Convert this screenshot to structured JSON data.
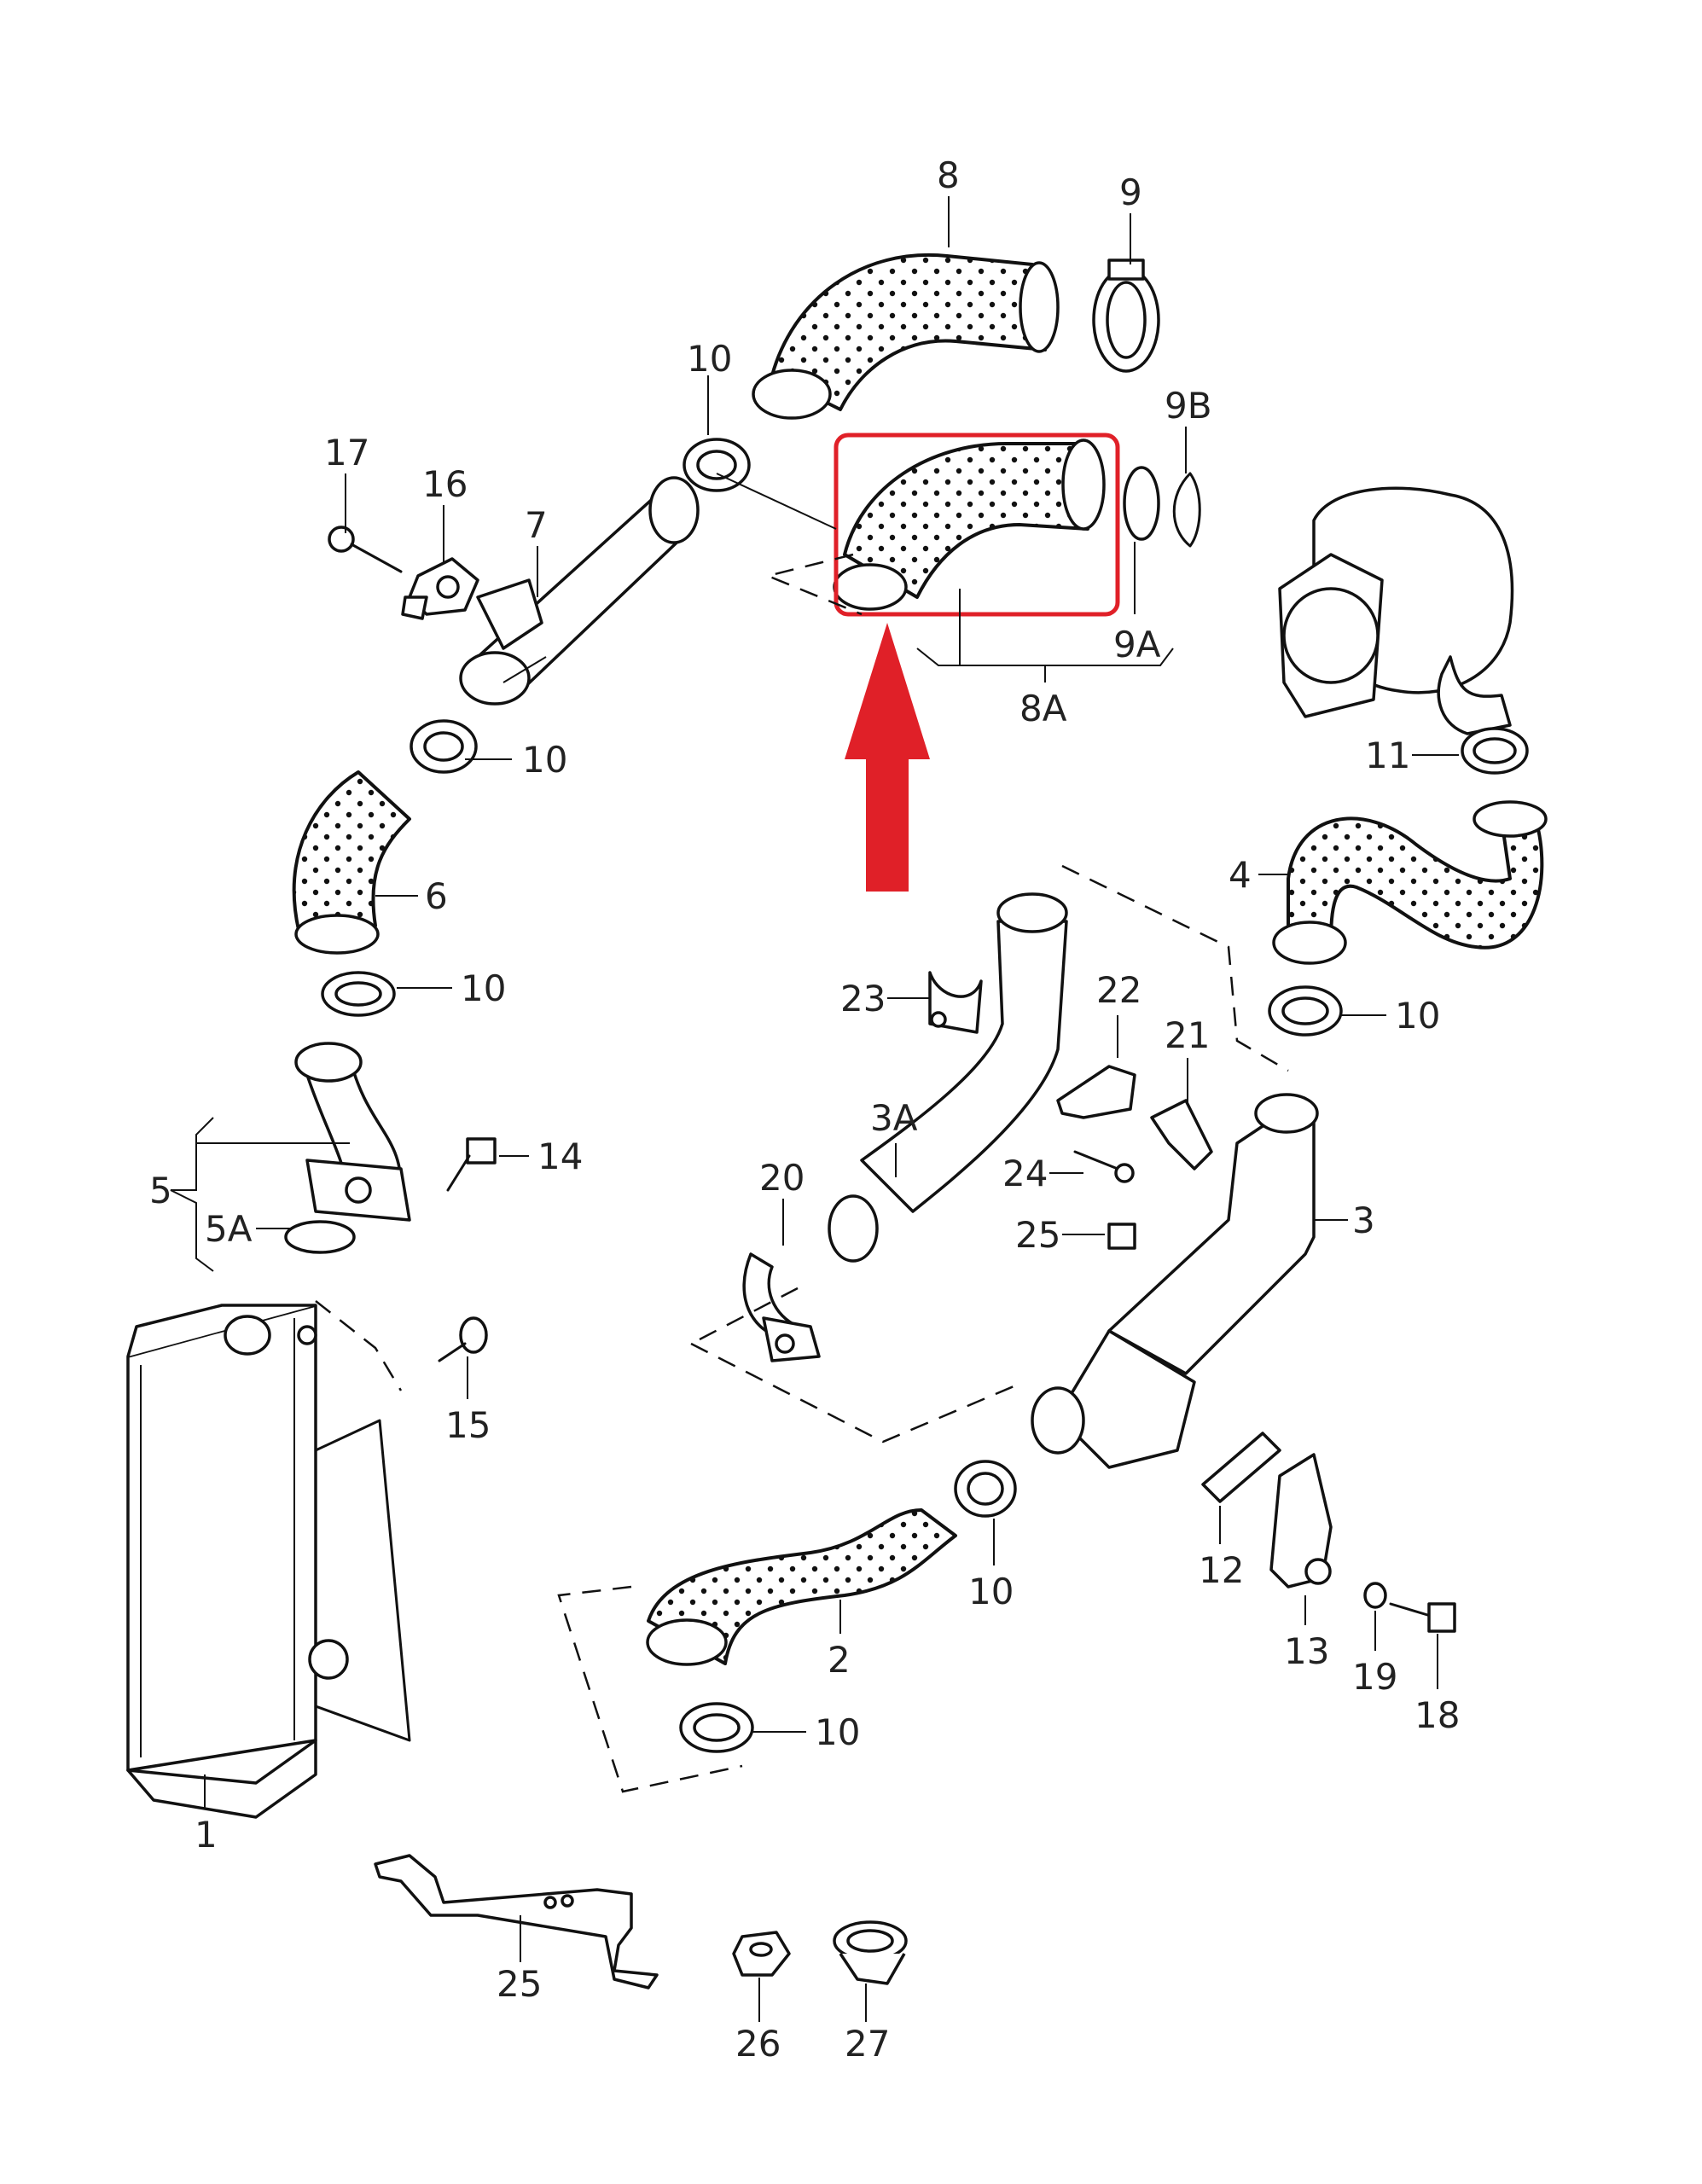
{
  "callouts": {
    "c1": "1",
    "c2": "2",
    "c3": "3",
    "c3a": "3A",
    "c4": "4",
    "c5": "5",
    "c5a": "5A",
    "c6": "6",
    "c7": "7",
    "c8": "8",
    "c8a": "8A",
    "c9": "9",
    "c9a": "9A",
    "c9b": "9B",
    "c10": "10",
    "c11": "11",
    "c12": "12",
    "c13": "13",
    "c14": "14",
    "c15": "15",
    "c16": "16",
    "c17": "17",
    "c18": "18",
    "c19": "19",
    "c20": "20",
    "c21": "21",
    "c22": "22",
    "c23": "23",
    "c24": "24",
    "c25": "25",
    "c26": "26",
    "c27": "27"
  },
  "highlight": {
    "color": "#e02028",
    "target_part": "8A"
  },
  "colors": {
    "line": "#111111",
    "background": "#ffffff",
    "highlight": "#e02028"
  }
}
